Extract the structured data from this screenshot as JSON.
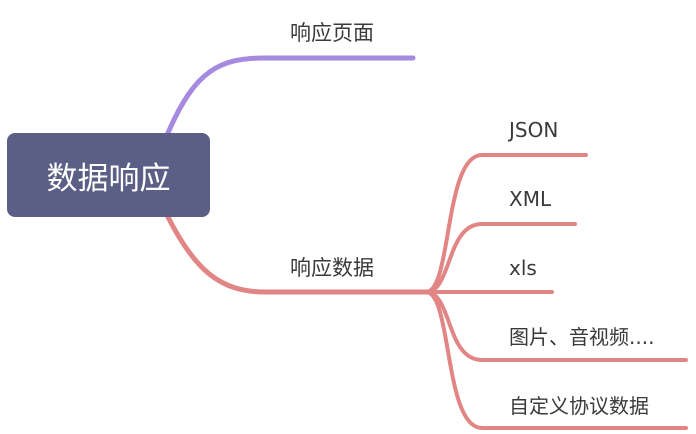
{
  "root": {
    "label": "数据响应"
  },
  "branches": [
    {
      "label": "响应页面",
      "children": []
    },
    {
      "label": "响应数据",
      "children": [
        {
          "label": "JSON"
        },
        {
          "label": "XML"
        },
        {
          "label": "xls"
        },
        {
          "label": "图片、音视频...."
        },
        {
          "label": "自定义协议数据"
        }
      ]
    }
  ],
  "colors": {
    "root_fill": "#5b5f86",
    "branch_purple": "#a68ae0",
    "branch_red": "#e28585",
    "text": "#3a3a3a"
  }
}
